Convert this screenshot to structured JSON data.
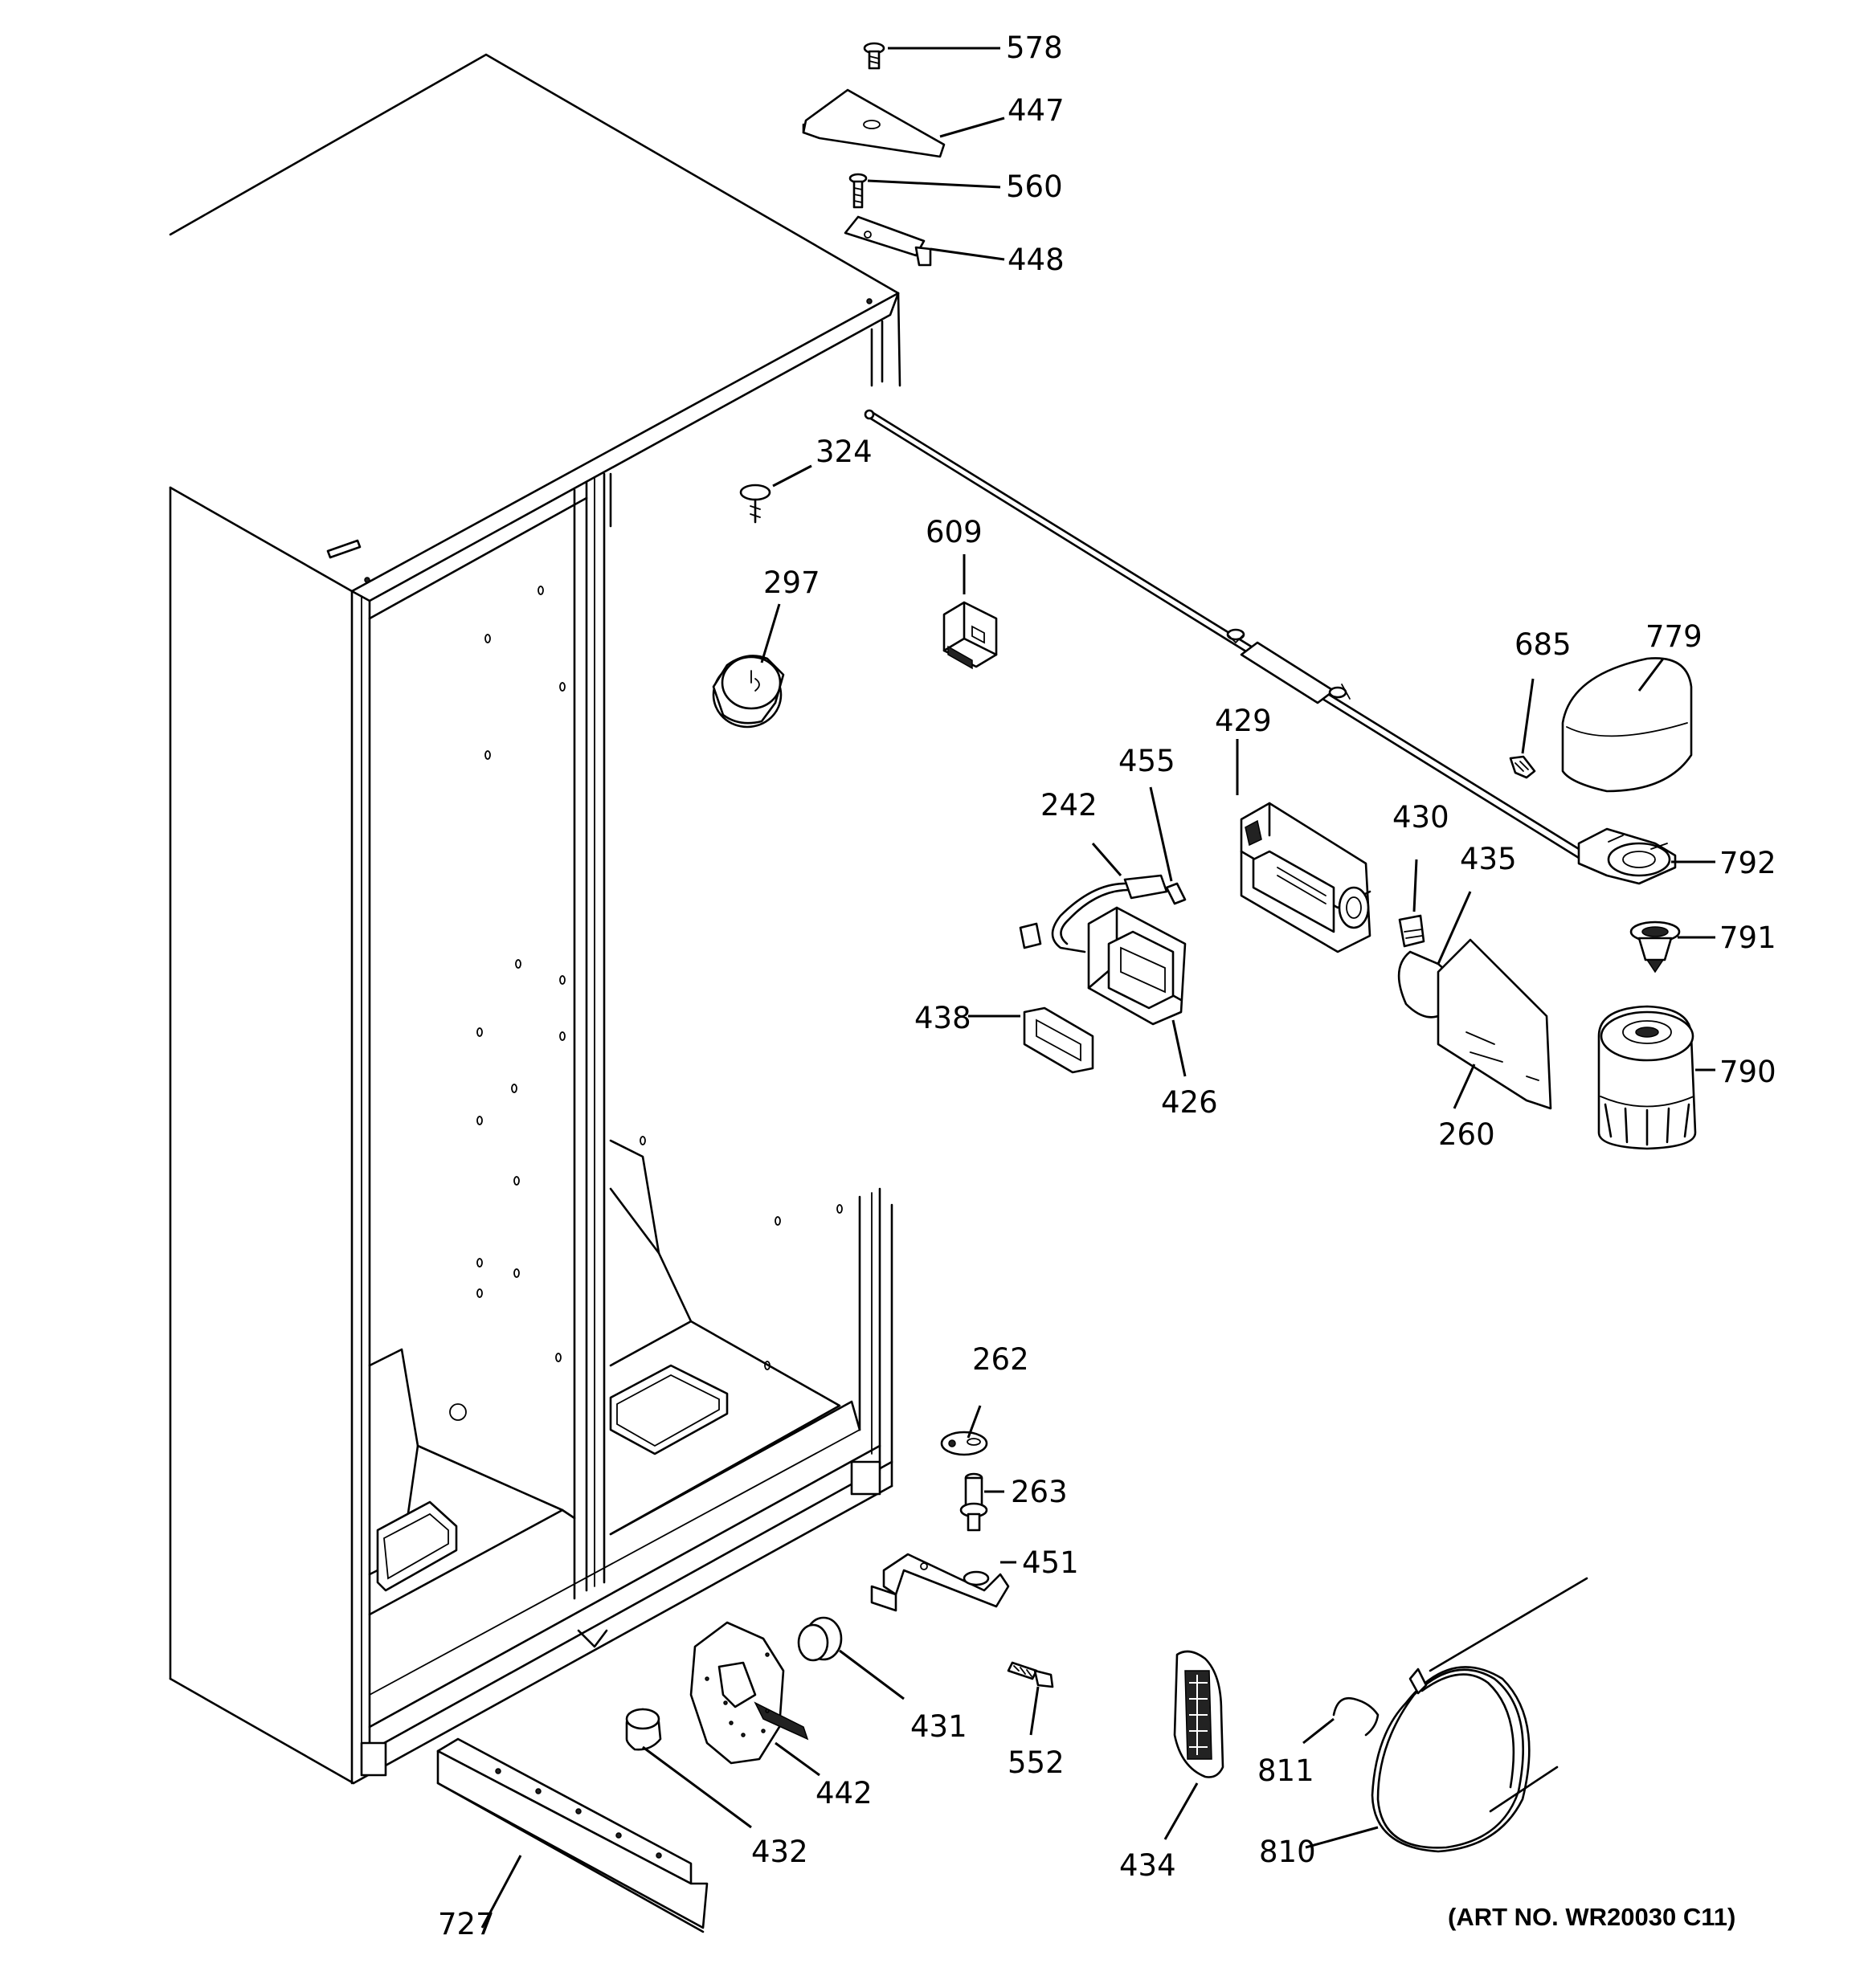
{
  "callouts": {
    "c578": "578",
    "c447": "447",
    "c560": "560",
    "c448": "448",
    "c324": "324",
    "c609": "609",
    "c297": "297",
    "c779": "779",
    "c685": "685",
    "c429": "429",
    "c455": "455",
    "c242": "242",
    "c430": "430",
    "c435": "435",
    "c792": "792",
    "c791": "791",
    "c438": "438",
    "c426": "426",
    "c790": "790",
    "c260": "260",
    "c262": "262",
    "c263": "263",
    "c451": "451",
    "c431": "431",
    "c552": "552",
    "c811": "811",
    "c442": "442",
    "c432": "432",
    "c434": "434",
    "c810": "810",
    "c727": "727"
  },
  "art_number": "(ART NO. WR20030 C11)"
}
